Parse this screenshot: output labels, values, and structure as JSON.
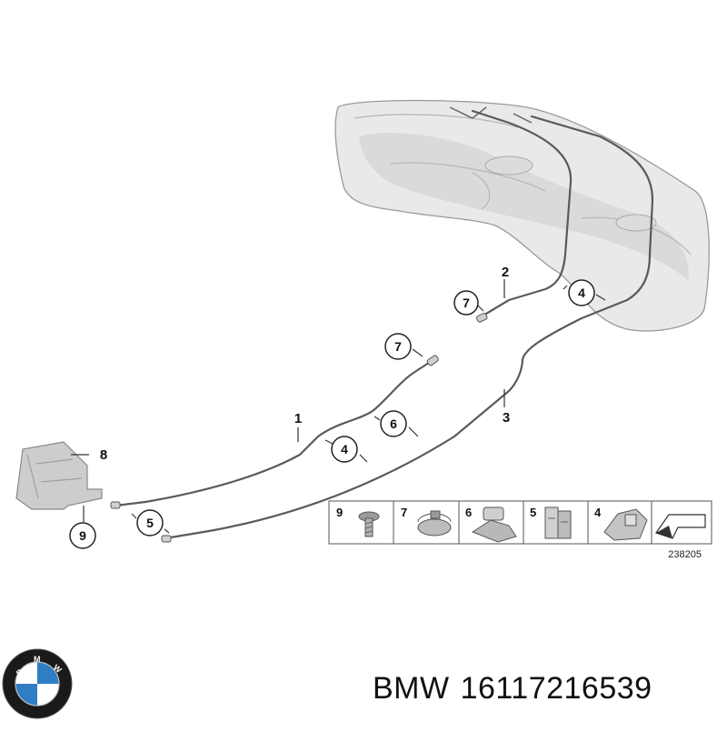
{
  "callouts": {
    "c1": "1",
    "c2": "2",
    "c3": "3",
    "c4a": "4",
    "c4b": "4",
    "c5": "5",
    "c6": "6",
    "c7a": "7",
    "c7b": "7",
    "c8": "8",
    "c9": "9"
  },
  "legend": {
    "items": [
      "9",
      "7",
      "6",
      "5",
      "4"
    ],
    "diagram_id": "238205"
  },
  "caption": {
    "brand": "BMW",
    "part_number": "16117216539"
  },
  "logo": {
    "letters": "BMW",
    "colors": {
      "blue": "#2f7ec4",
      "white": "#ffffff",
      "ring": "#1a1a1a"
    }
  },
  "colors": {
    "line": "#555555",
    "tank_fill": "#e6e6e6",
    "tank_shade": "#cfcfcf"
  }
}
